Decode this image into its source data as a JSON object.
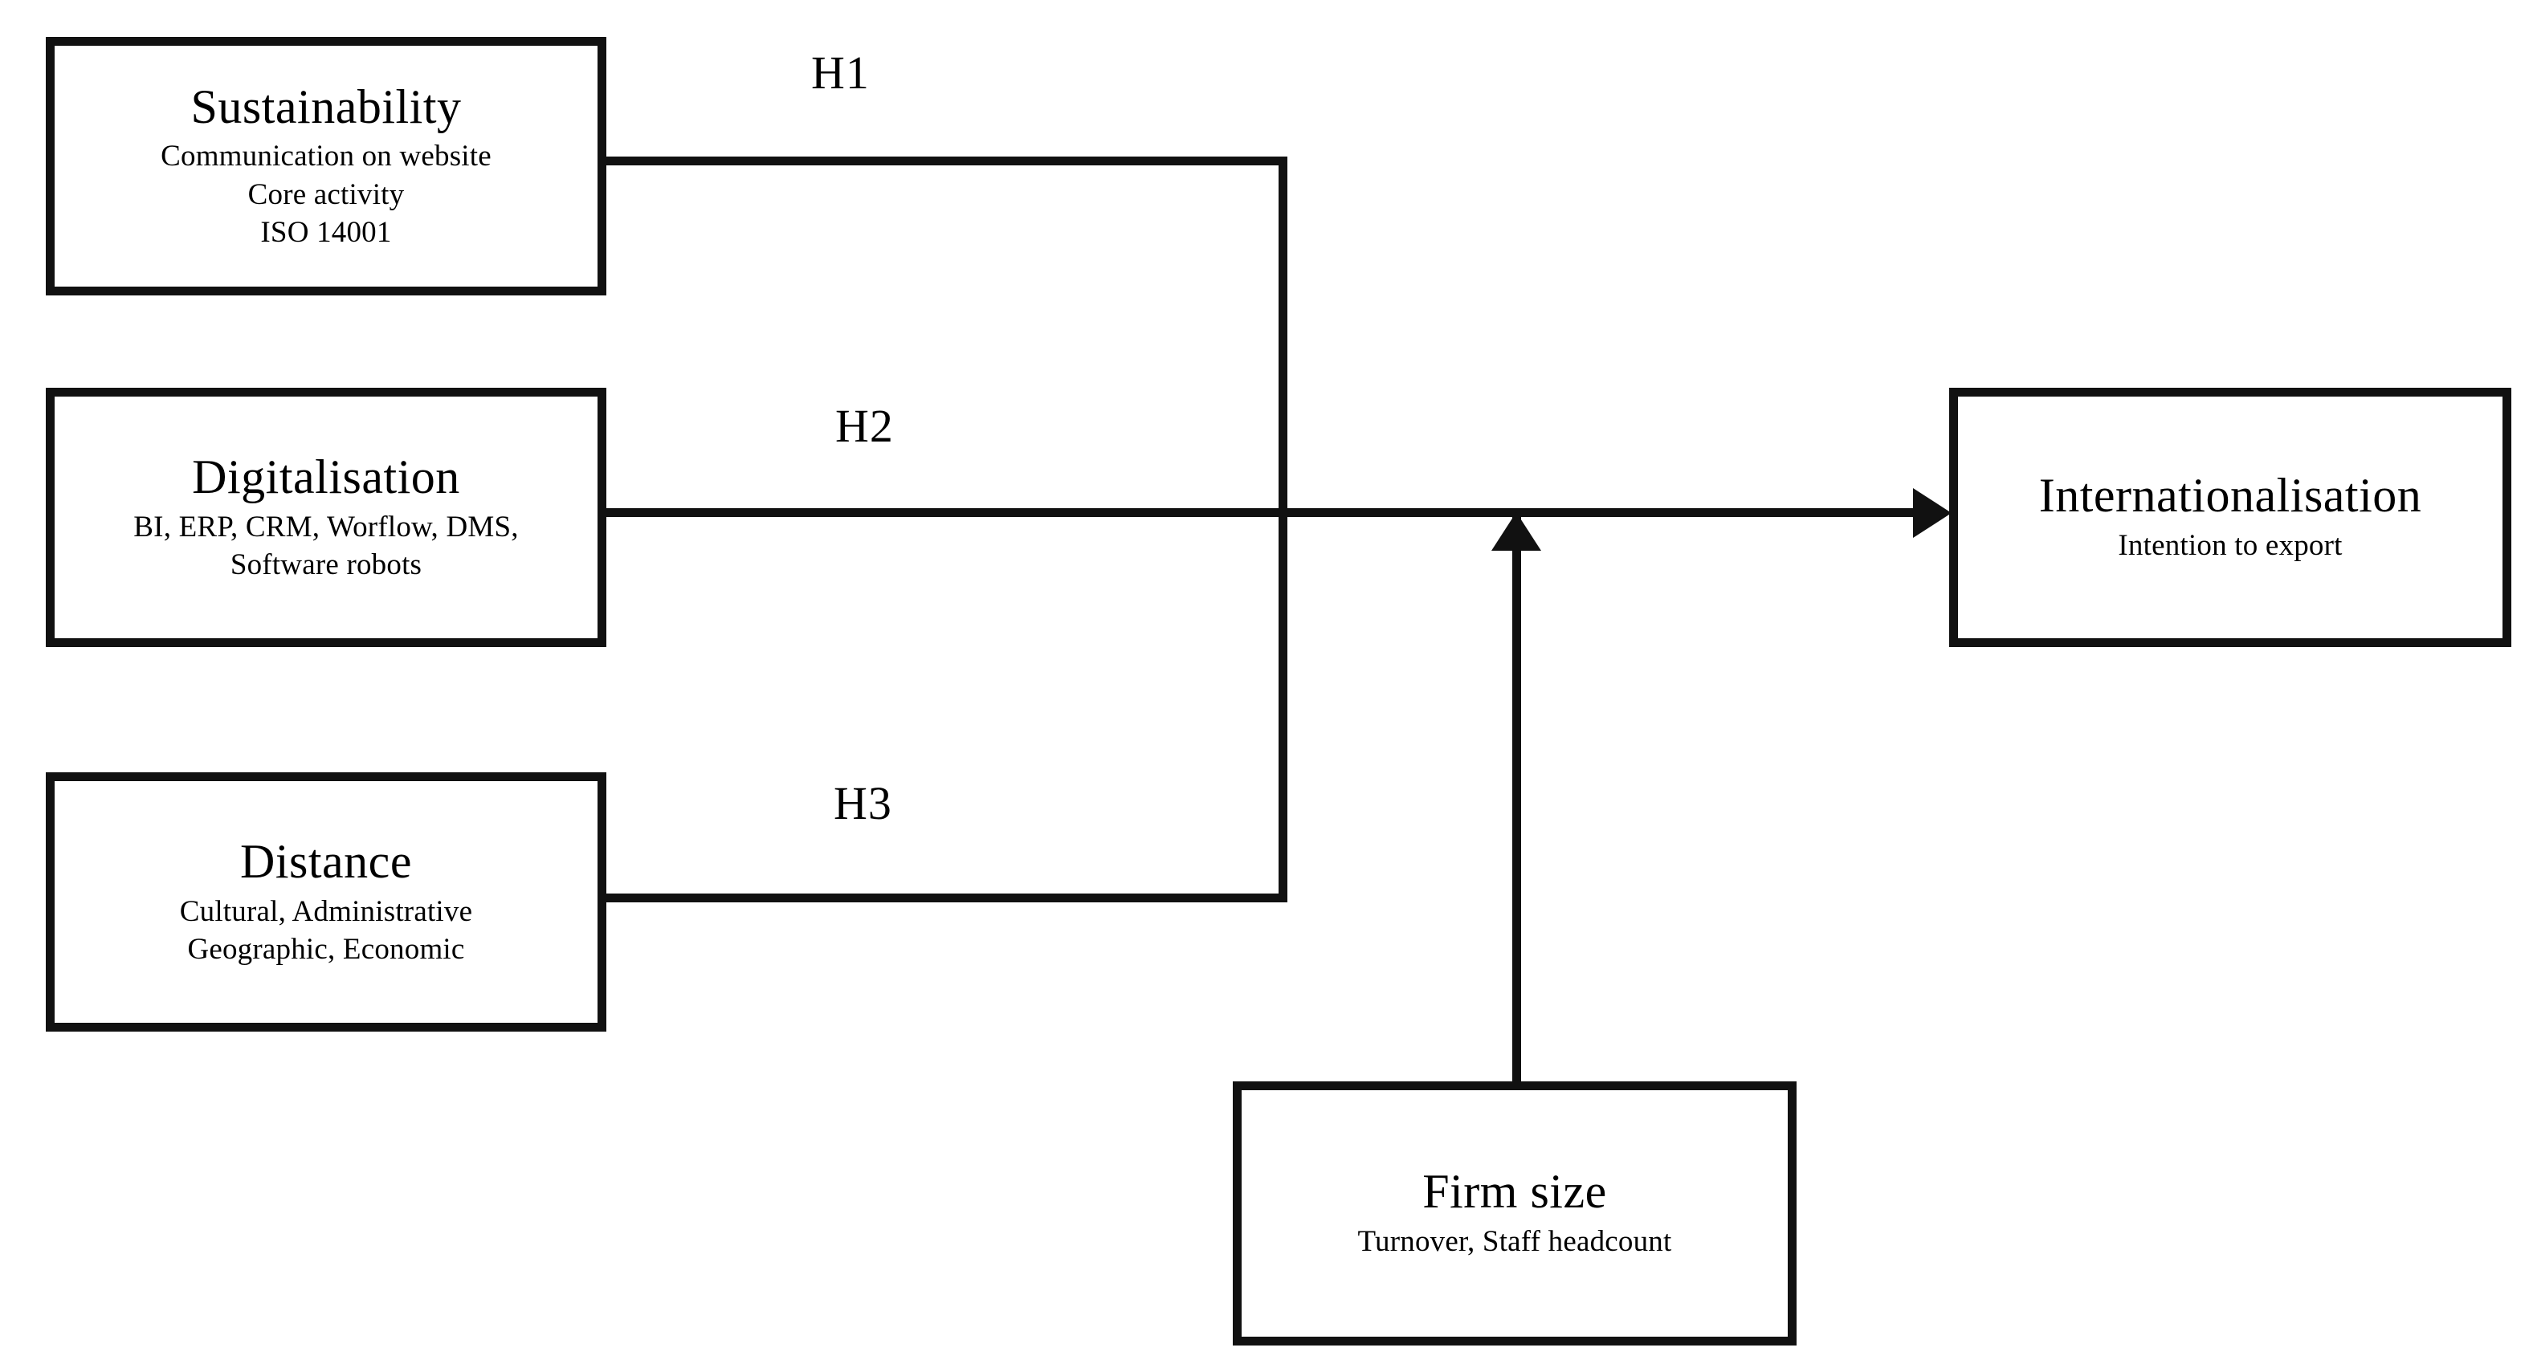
{
  "diagram": {
    "type": "conceptual-research-model",
    "nodes": [
      {
        "id": "sustainability",
        "title": "Sustainability",
        "items": [
          "Communication on website",
          "Core activity",
          "ISO 14001"
        ]
      },
      {
        "id": "digitalisation",
        "title": "Digitalisation",
        "items": [
          "BI, ERP, CRM, Worflow, DMS,",
          "Software robots"
        ]
      },
      {
        "id": "distance",
        "title": "Distance",
        "items": [
          "Cultural, Administrative",
          "Geographic, Economic"
        ]
      },
      {
        "id": "internationalisation",
        "title": "Internationalisation",
        "items": [
          "Intention to export"
        ]
      },
      {
        "id": "firmsize",
        "title": "Firm size",
        "items": [
          "Turnover, Staff headcount"
        ]
      }
    ],
    "hypotheses": [
      {
        "id": "h1",
        "label": "H1",
        "from": "sustainability",
        "to": "internationalisation"
      },
      {
        "id": "h2",
        "label": "H2",
        "from": "digitalisation",
        "to": "internationalisation"
      },
      {
        "id": "h3",
        "label": "H3",
        "from": "distance",
        "to": "internationalisation"
      }
    ],
    "moderator": {
      "from": "firmsize",
      "to": "internationalisation-path"
    },
    "colors": {
      "line": "#111111",
      "background": "#ffffff",
      "text": "#000000"
    }
  }
}
